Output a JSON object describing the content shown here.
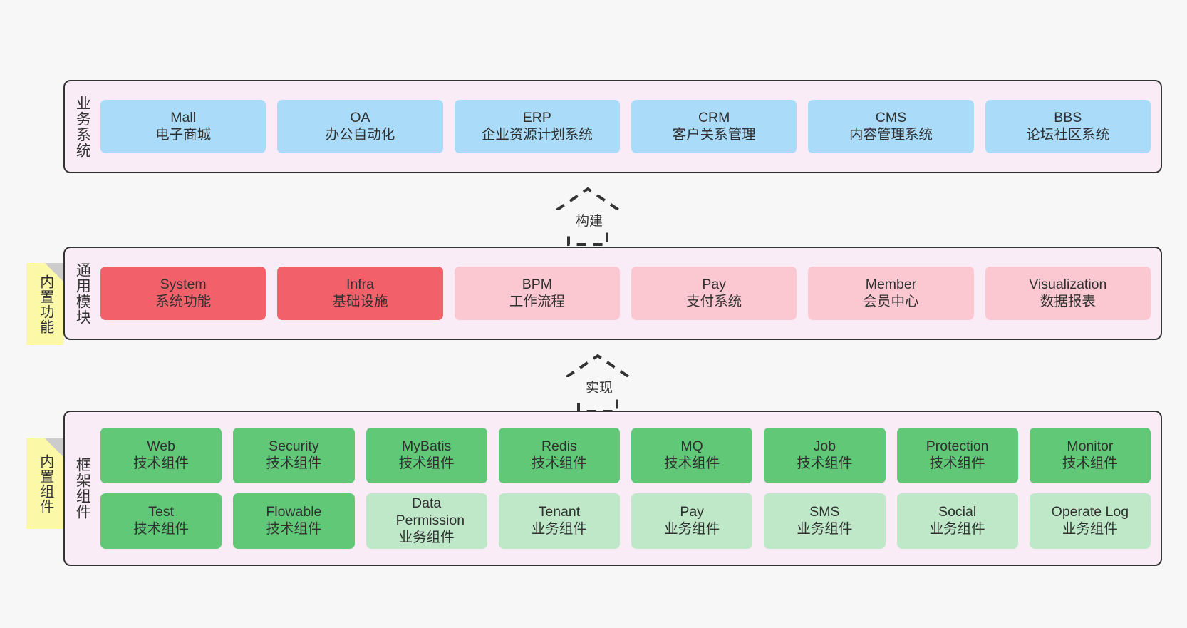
{
  "background_color": "#f7f7f7",
  "palette": {
    "panel_bg": "#f9ecf6",
    "panel_border": "#333333",
    "blue": "#aadcfa",
    "red": "#f2616a",
    "pink": "#fbc7d0",
    "green": "#61c877",
    "light_green": "#bfe8c8",
    "note_yellow": "#fbf8a8",
    "note_fold": "#cccccc",
    "text": "#333333"
  },
  "layers": [
    {
      "id": "business-systems",
      "label": "业务系统",
      "rows": [
        [
          {
            "title": "Mall",
            "subtitle": "电子商城",
            "color": "blue"
          },
          {
            "title": "OA",
            "subtitle": "办公自动化",
            "color": "blue"
          },
          {
            "title": "ERP",
            "subtitle": "企业资源计划系统",
            "color": "blue"
          },
          {
            "title": "CRM",
            "subtitle": "客户关系管理",
            "color": "blue"
          },
          {
            "title": "CMS",
            "subtitle": "内容管理系统",
            "color": "blue"
          },
          {
            "title": "BBS",
            "subtitle": "论坛社区系统",
            "color": "blue"
          }
        ]
      ]
    },
    {
      "id": "common-modules",
      "label": "通用模块",
      "note": "内置功能",
      "rows": [
        [
          {
            "title": "System",
            "subtitle": "系统功能",
            "color": "red"
          },
          {
            "title": "Infra",
            "subtitle": "基础设施",
            "color": "red"
          },
          {
            "title": "BPM",
            "subtitle": "工作流程",
            "color": "pink"
          },
          {
            "title": "Pay",
            "subtitle": "支付系统",
            "color": "pink"
          },
          {
            "title": "Member",
            "subtitle": "会员中心",
            "color": "pink"
          },
          {
            "title": "Visualization",
            "subtitle": "数据报表",
            "color": "pink"
          }
        ]
      ]
    },
    {
      "id": "framework-components",
      "label": "框架组件",
      "note": "内置组件",
      "rows": [
        [
          {
            "title": "Web",
            "subtitle": "技术组件",
            "color": "green"
          },
          {
            "title": "Security",
            "subtitle": "技术组件",
            "color": "green"
          },
          {
            "title": "MyBatis",
            "subtitle": "技术组件",
            "color": "green"
          },
          {
            "title": "Redis",
            "subtitle": "技术组件",
            "color": "green"
          },
          {
            "title": "MQ",
            "subtitle": "技术组件",
            "color": "green"
          },
          {
            "title": "Job",
            "subtitle": "技术组件",
            "color": "green"
          },
          {
            "title": "Protection",
            "subtitle": "技术组件",
            "color": "green"
          },
          {
            "title": "Monitor",
            "subtitle": "技术组件",
            "color": "green"
          }
        ],
        [
          {
            "title": "Test",
            "subtitle": "技术组件",
            "color": "green"
          },
          {
            "title": "Flowable",
            "subtitle": "技术组件",
            "color": "green"
          },
          {
            "title": "Data Permission",
            "subtitle": "业务组件",
            "color": "light_green"
          },
          {
            "title": "Tenant",
            "subtitle": "业务组件",
            "color": "light_green"
          },
          {
            "title": "Pay",
            "subtitle": "业务组件",
            "color": "light_green"
          },
          {
            "title": "SMS",
            "subtitle": "业务组件",
            "color": "light_green"
          },
          {
            "title": "Social",
            "subtitle": "业务组件",
            "color": "light_green"
          },
          {
            "title": "Operate Log",
            "subtitle": "业务组件",
            "color": "light_green"
          }
        ]
      ]
    }
  ],
  "connectors": [
    {
      "id": "build-arrow",
      "label": "构建"
    },
    {
      "id": "implement-arrow",
      "label": "实现"
    }
  ]
}
